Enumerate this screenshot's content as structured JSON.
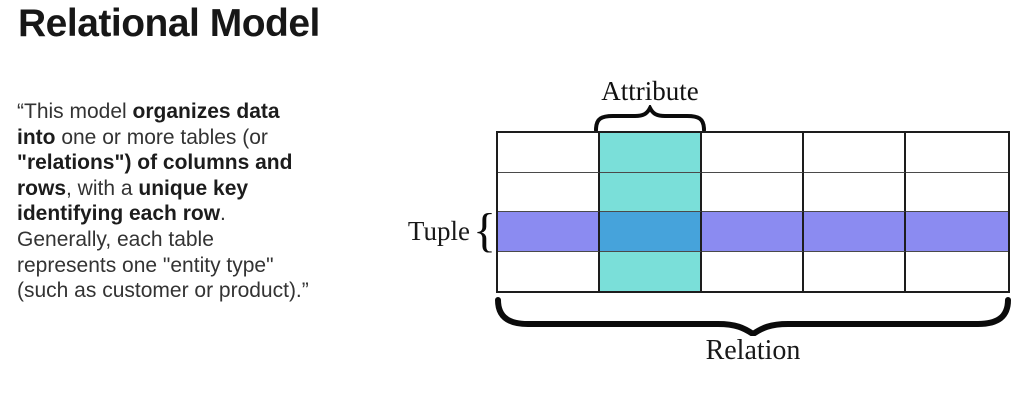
{
  "title": "Relational Model",
  "quote": {
    "lines": [
      [
        {
          "t": "“This model ",
          "b": false
        },
        {
          "t": "organizes data",
          "b": true
        }
      ],
      [
        {
          "t": "into",
          "b": true
        },
        {
          "t": " one or more tables (or",
          "b": false
        }
      ],
      [
        {
          "t": "\"relations\") of columns and",
          "b": true
        }
      ],
      [
        {
          "t": "rows",
          "b": true
        },
        {
          "t": ", with a ",
          "b": false
        },
        {
          "t": "unique key",
          "b": true
        }
      ],
      [
        {
          "t": "identifying each row",
          "b": true
        },
        {
          "t": ".",
          "b": false
        }
      ],
      [
        {
          "t": "Generally, each table",
          "b": false
        }
      ],
      [
        {
          "t": "represents one \"entity type\"",
          "b": false
        }
      ],
      [
        {
          "t": "(such as customer or product).”",
          "b": false
        }
      ]
    ]
  },
  "diagram": {
    "attribute_label": "Attribute",
    "tuple_label": "Tuple",
    "relation_label": "Relation",
    "tuple_brace_glyph": "{",
    "table": {
      "rows": 4,
      "cols": 5,
      "highlighted_column": 1,
      "highlighted_row": 2
    },
    "colors": {
      "attribute_column": "#7adfd9",
      "tuple_row": "#8b8bf1",
      "intersection": "#46a3db",
      "grid_line": "#1d1d1d"
    }
  }
}
